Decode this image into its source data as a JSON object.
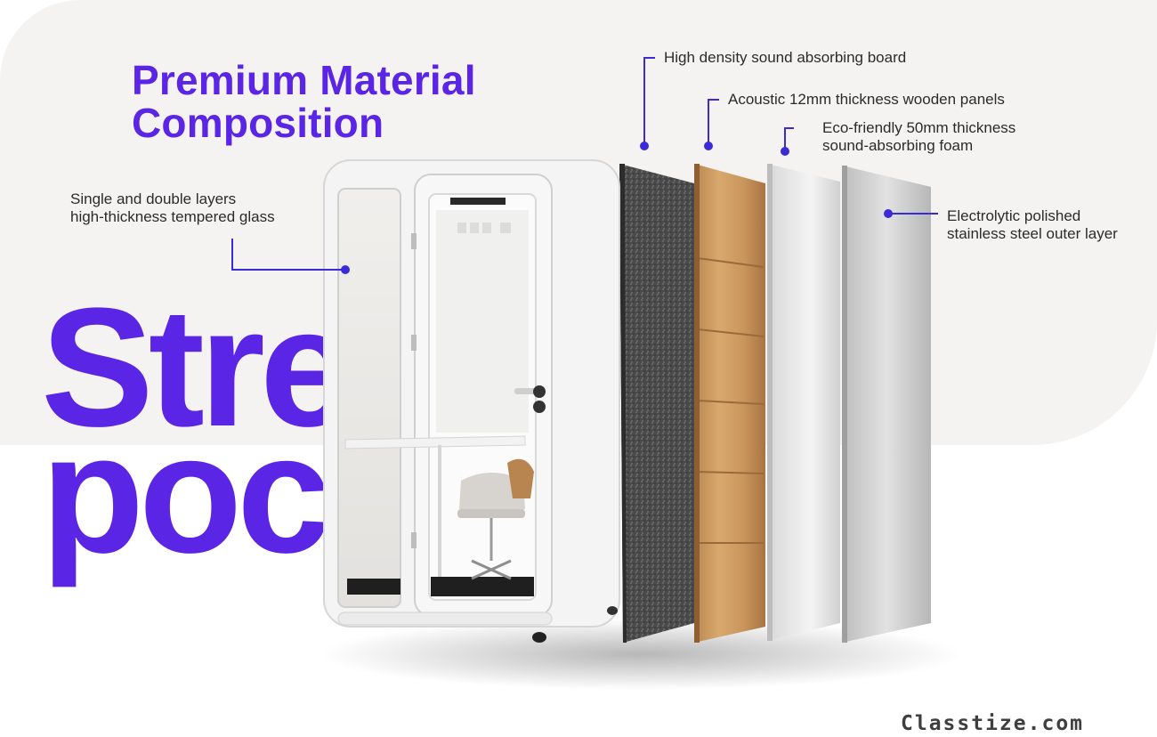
{
  "heading": {
    "line1": "Premium Material",
    "line2": "Composition"
  },
  "background_text": {
    "line1": "Stre",
    "line2": "poc"
  },
  "callouts": {
    "glass": {
      "line1": "Single and double layers",
      "line2": "high-thickness tempered glass"
    },
    "board": "High density sound absorbing board",
    "wood": "Acoustic 12mm thickness wooden panels",
    "foam": {
      "line1": "Eco-friendly 50mm thickness",
      "line2": "sound-absorbing foam"
    },
    "steel": {
      "line1": "Electrolytic polished",
      "line2": "stainless steel outer layer"
    }
  },
  "watermark": "Classtize.com",
  "colors": {
    "accent": "#5b25e6",
    "background_band": "#f4f3f1",
    "text": "#2b2b2b",
    "leader": "#3a2bd6"
  }
}
